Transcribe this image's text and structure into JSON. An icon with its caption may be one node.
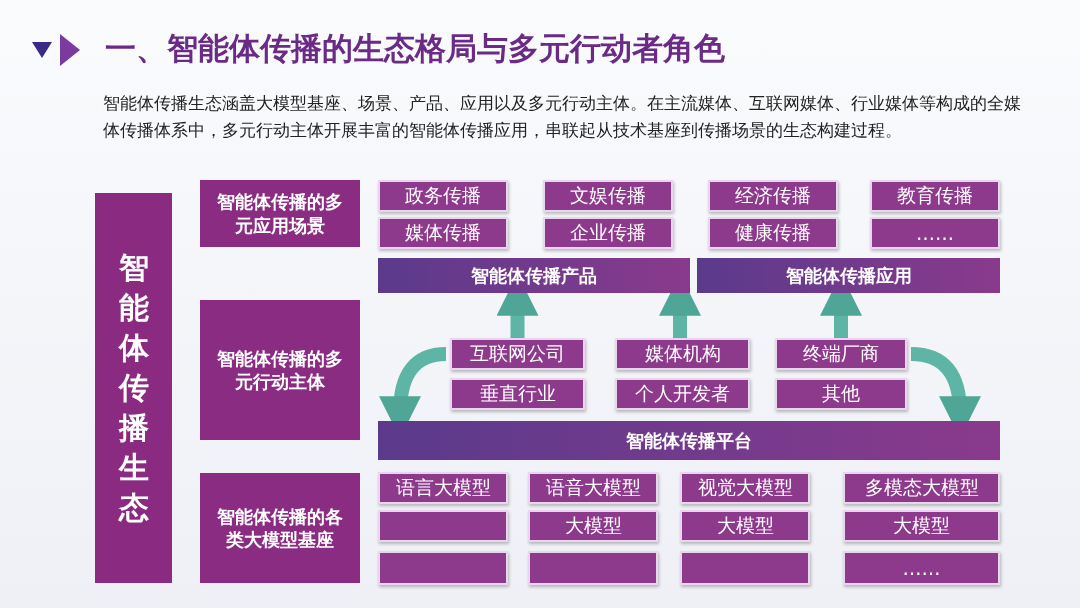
{
  "diagram": {
    "title": "一、智能体传播的生态格局与多元行动者角色",
    "nodes": [
      {
        "text": [
          "智能体传播生态"
        ]
      },
      {
        "text": [
          "智能体传播的多元应用场景"
        ]
      },
      {
        "text": [
          "政务传播"
        ]
      },
      {
        "text": [
          "文娱传播"
        ]
      },
      {
        "text": [
          "经济传播"
        ]
      },
      {
        "text": [
          "教育传播"
        ]
      },
      {
        "text": [
          "媒体传播"
        ]
      },
      {
        "text": [
          "企业传播"
        ]
      },
      {
        "text": [
          "健康传播"
        ]
      },
      {
        "text": [
          "……"
        ]
      },
      {
        "text": [
          "智能体传播产品"
        ]
      },
      {
        "text": [
          "智能体传播应用"
        ]
      },
      {
        "text": [
          "智能体传播的多元行动主体"
        ]
      },
      {
        "text": [
          "互联网公司"
        ]
      },
      {
        "text": [
          "媒体机构"
        ]
      },
      {
        "text": [
          "终端厂商"
        ]
      },
      {
        "text": [
          "垂直行业"
        ]
      },
      {
        "text": [
          "个人开发者"
        ]
      },
      {
        "text": [
          "其他"
        ]
      },
      {
        "text": [
          "智能体传播平台"
        ]
      },
      {
        "text": [
          "智能体传播的各类大模型基座"
        ]
      },
      {
        "text": [
          "语言大模型"
        ]
      },
      {
        "text": [
          "语音大模型"
        ]
      },
      {
        "text": [
          "视觉大模型"
        ]
      },
      {
        "text": [
          "多模态大模型"
        ]
      },
      {
        "text": [],
        "shape": "box"
      },
      {
        "text": [
          "大模型"
        ]
      },
      {
        "text": [
          "大模型"
        ]
      },
      {
        "text": [
          "大模型"
        ]
      },
      {
        "text": [],
        "shape": "box"
      },
      {
        "text": [],
        "shape": "box"
      },
      {
        "text": [],
        "shape": "box"
      },
      {
        "text": [
          "……"
        ]
      }
    ],
    "edges": [
      {
        "from": 13,
        "to": 10,
        "arrow": "to"
      },
      {
        "from": 14,
        "to": 10,
        "arrow": "to"
      },
      {
        "from": 15,
        "to": 11,
        "arrow": "to"
      },
      {
        "from": 13,
        "to": 19,
        "arrow": "to"
      },
      {
        "from": 15,
        "to": 19,
        "arrow": "to"
      }
    ],
    "labels": [
      "智能体传播生态涵盖大模型基座、场景、产品、应用以及多元行动主体。在主流媒体、互联网媒体、行业媒体等构成的全媒体传播体系中，多元行动主体开展丰富的智能体传播应用，串联起从技术基座到传播场景的生态构建过程。"
    ]
  }
}
